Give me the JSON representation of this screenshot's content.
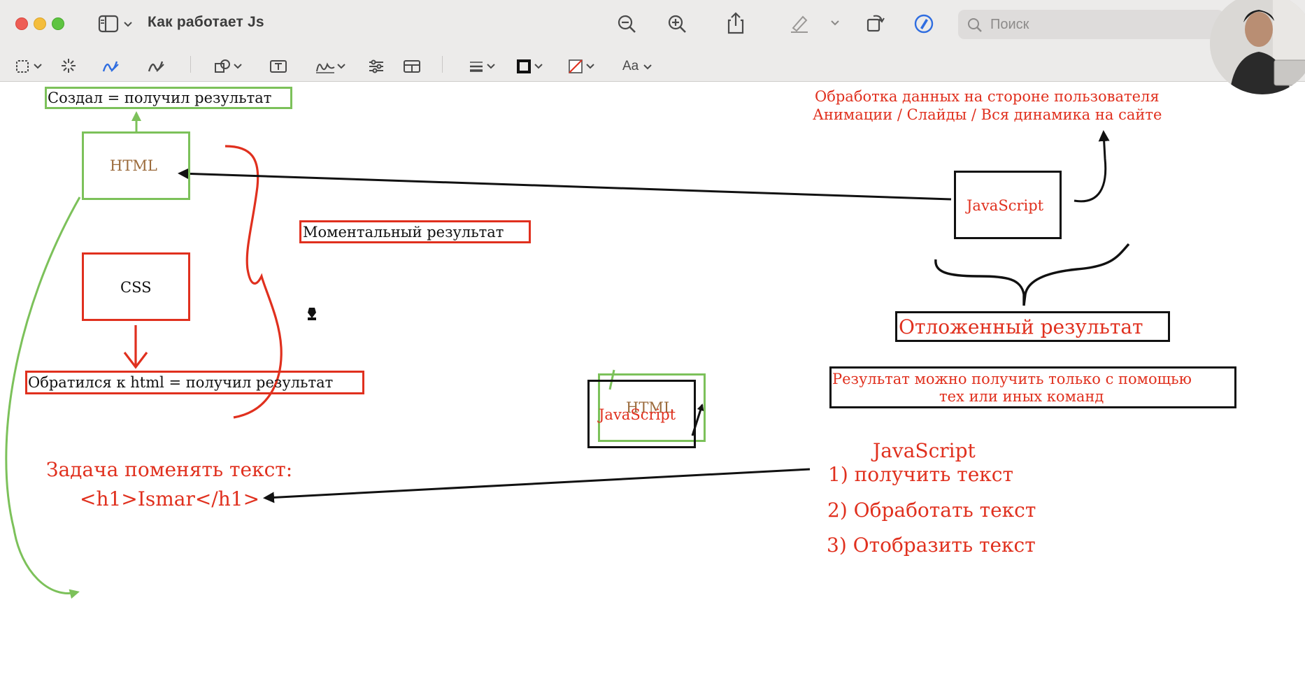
{
  "window": {
    "title": "Как работает Js"
  },
  "toolbar": {
    "search_placeholder": "Поиск",
    "text_style_label": "Aa"
  },
  "icons": {
    "sidebar": "sidebar-toggle-icon",
    "zoom_out": "zoom-out-icon",
    "zoom_in": "zoom-in-icon",
    "share": "share-icon",
    "highlight": "highlight-pen-icon",
    "rotate": "rotate-icon",
    "markup": "markup-icon",
    "search": "search-icon"
  },
  "colors": {
    "annotation_red": "#e0301e",
    "annotation_green": "#7cc15a",
    "html_label": "#9b6b3c",
    "ink": "#111111"
  },
  "canvas": {
    "created_label": "Создал = получил результат",
    "html_box_label": "HTML",
    "css_box_label": "CSS",
    "instant_result_label": "Моментальный результат",
    "css_result_label": "Обратился к html = получил результат",
    "task_title": "Задача поменять текст:",
    "task_code": "<h1>Ismar</h1>",
    "client_side_line1": "Обработка данных на стороне пользователя",
    "client_side_line2": "Анимации / Слайды / Вся динамика на сайте",
    "js_box_label": "JavaScript",
    "deferred_result_label": "Отложенный результат",
    "commands_note_line1": "Результат можно получить только с помощью",
    "commands_note_line2": "тех или иных команд",
    "mini_html_label": "HTML",
    "mini_js_label": "JavaScript",
    "steps_title": "JavaScript",
    "step1": "1) получить текст",
    "step2": "2) Обработать текст",
    "step3": "3) Отобразить текст"
  }
}
